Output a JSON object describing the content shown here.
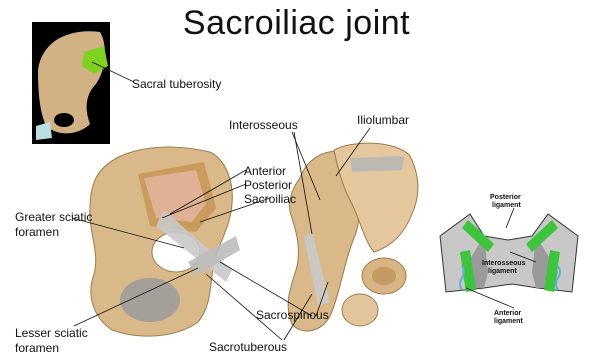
{
  "title": "Sacroiliac joint",
  "labels": {
    "sacral_tuberosity": "Sacral tuberosity",
    "interosseous": "Interosseous",
    "iliolumbar": "Iliolumbar",
    "anterior": "Anterior",
    "posterior": "Posterior",
    "sacroiliac": "Sacroiliac",
    "greater_sciatic_1": "Greater sciatic",
    "greater_sciatic_2": "foramen",
    "lesser_sciatic_1": "Lesser sciatic",
    "lesser_sciatic_2": "foramen",
    "sacrospinous": "Sacrospinous",
    "sacrotuberous": "Sacrotuberous"
  },
  "diagram_labels": {
    "posterior_ligament_1": "Posterior",
    "posterior_ligament_2": "ligament",
    "interosseous_ligament_1": "Interosseous",
    "interosseous_ligament_2": "ligament",
    "anterior_ligament_1": "Anterior",
    "anterior_ligament_2": "ligament"
  },
  "colors": {
    "bone": "#d9b98a",
    "bone_dark": "#9c7a4a",
    "ligament": "#c9c9c9",
    "highlight": "#7ed321",
    "diagram_bone": "#c8c8c8",
    "diagram_ligament_green": "#3cc43c",
    "diagram_ligament_blue": "#5fb2d6"
  }
}
